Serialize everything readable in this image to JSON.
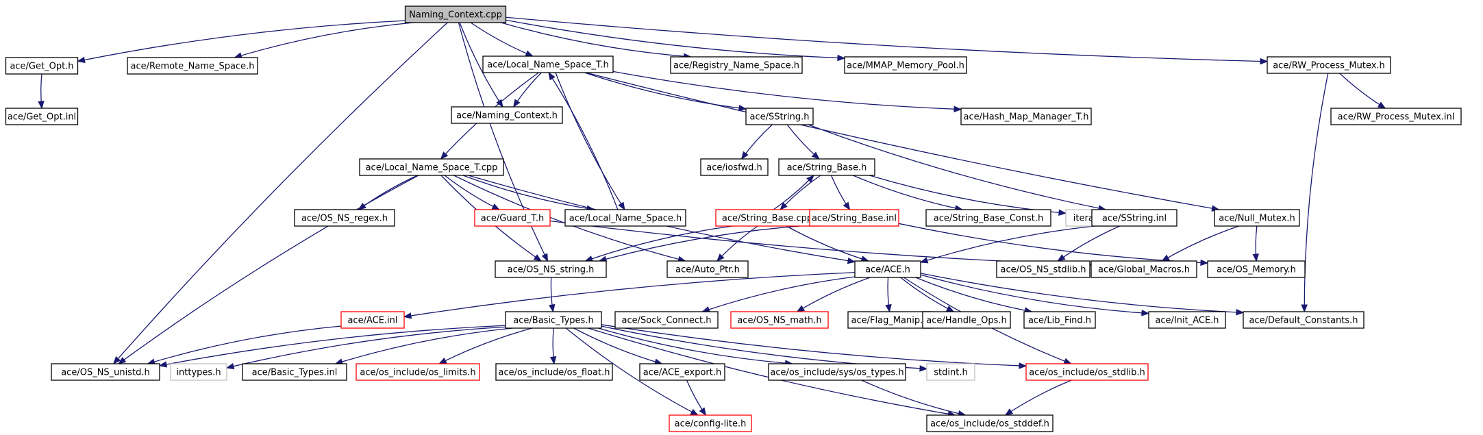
{
  "nodes": [
    {
      "id": "naming_context_cpp",
      "label": "Naming_Context.cpp",
      "style": "root"
    },
    {
      "id": "get_opt_h",
      "label": "ace/Get_Opt.h",
      "style": "normal"
    },
    {
      "id": "remote_name_space_h",
      "label": "ace/Remote_Name_Space.h",
      "style": "normal"
    },
    {
      "id": "local_name_space_t_h",
      "label": "ace/Local_Name_Space_T.h",
      "style": "normal"
    },
    {
      "id": "registry_name_space_h",
      "label": "ace/Registry_Name_Space.h",
      "style": "normal"
    },
    {
      "id": "mmap_memory_pool_h",
      "label": "ace/MMAP_Memory_Pool.h",
      "style": "normal"
    },
    {
      "id": "rw_process_mutex_h",
      "label": "ace/RW_Process_Mutex.h",
      "style": "normal"
    },
    {
      "id": "get_opt_inl",
      "label": "ace/Get_Opt.inl",
      "style": "normal"
    },
    {
      "id": "naming_context_h",
      "label": "ace/Naming_Context.h",
      "style": "normal"
    },
    {
      "id": "sstring_h",
      "label": "ace/SString.h",
      "style": "normal"
    },
    {
      "id": "hash_map_manager_t_h",
      "label": "ace/Hash_Map_Manager_T.h",
      "style": "normal"
    },
    {
      "id": "rw_process_mutex_inl",
      "label": "ace/RW_Process_Mutex.inl",
      "style": "normal"
    },
    {
      "id": "local_name_space_t_cpp",
      "label": "ace/Local_Name_Space_T.cpp",
      "style": "normal"
    },
    {
      "id": "iosfwd_h",
      "label": "ace/iosfwd.h",
      "style": "normal"
    },
    {
      "id": "string_base_h",
      "label": "ace/String_Base.h",
      "style": "normal"
    },
    {
      "id": "os_ns_regex_h",
      "label": "ace/OS_NS_regex.h",
      "style": "normal"
    },
    {
      "id": "guard_t_h",
      "label": "ace/Guard_T.h",
      "style": "red"
    },
    {
      "id": "local_name_space_h",
      "label": "ace/Local_Name_Space.h",
      "style": "normal"
    },
    {
      "id": "string_base_cpp",
      "label": "ace/String_Base.cpp",
      "style": "red"
    },
    {
      "id": "string_base_inl",
      "label": "ace/String_Base.inl",
      "style": "red"
    },
    {
      "id": "string_base_const_h",
      "label": "ace/String_Base_Const.h",
      "style": "normal"
    },
    {
      "id": "iterator",
      "label": "iterator",
      "style": "gray"
    },
    {
      "id": "sstring_inl",
      "label": "ace/SString.inl",
      "style": "normal"
    },
    {
      "id": "null_mutex_h",
      "label": "ace/Null_Mutex.h",
      "style": "normal"
    },
    {
      "id": "os_ns_string_h",
      "label": "ace/OS_NS_string.h",
      "style": "normal"
    },
    {
      "id": "auto_ptr_h",
      "label": "ace/Auto_Ptr.h",
      "style": "normal"
    },
    {
      "id": "ace_h",
      "label": "ace/ACE.h",
      "style": "normal"
    },
    {
      "id": "os_ns_stdlib_h",
      "label": "ace/OS_NS_stdlib.h",
      "style": "normal"
    },
    {
      "id": "global_macros_h",
      "label": "ace/Global_Macros.h",
      "style": "normal"
    },
    {
      "id": "os_memory_h",
      "label": "ace/OS_Memory.h",
      "style": "normal"
    },
    {
      "id": "ace_inl",
      "label": "ace/ACE.inl",
      "style": "red"
    },
    {
      "id": "basic_types_h",
      "label": "ace/Basic_Types.h",
      "style": "normal"
    },
    {
      "id": "sock_connect_h",
      "label": "ace/Sock_Connect.h",
      "style": "normal"
    },
    {
      "id": "os_ns_math_h",
      "label": "ace/OS_NS_math.h",
      "style": "red"
    },
    {
      "id": "flag_manip_h",
      "label": "ace/Flag_Manip.h",
      "style": "normal"
    },
    {
      "id": "handle_ops_h",
      "label": "ace/Handle_Ops.h",
      "style": "normal"
    },
    {
      "id": "lib_find_h",
      "label": "ace/Lib_Find.h",
      "style": "normal"
    },
    {
      "id": "init_ace_h",
      "label": "ace/Init_ACE.h",
      "style": "normal"
    },
    {
      "id": "default_constants_h",
      "label": "ace/Default_Constants.h",
      "style": "normal"
    },
    {
      "id": "os_ns_unistd_h",
      "label": "ace/OS_NS_unistd.h",
      "style": "normal"
    },
    {
      "id": "inttypes_h",
      "label": "inttypes.h",
      "style": "gray"
    },
    {
      "id": "basic_types_inl",
      "label": "ace/Basic_Types.inl",
      "style": "normal"
    },
    {
      "id": "os_limits_h",
      "label": "ace/os_include/os_limits.h",
      "style": "red"
    },
    {
      "id": "os_float_h",
      "label": "ace/os_include/os_float.h",
      "style": "normal"
    },
    {
      "id": "ace_export_h",
      "label": "ace/ACE_export.h",
      "style": "normal"
    },
    {
      "id": "os_types_h",
      "label": "ace/os_include/sys/os_types.h",
      "style": "normal"
    },
    {
      "id": "stdint_h",
      "label": "stdint.h",
      "style": "gray"
    },
    {
      "id": "os_stdlib_h",
      "label": "ace/os_include/os_stdlib.h",
      "style": "red"
    },
    {
      "id": "config_lite_h",
      "label": "ace/config-lite.h",
      "style": "red"
    },
    {
      "id": "os_stddef_h",
      "label": "ace/os_include/os_stddef.h",
      "style": "normal"
    }
  ],
  "edges": [
    {
      "from": "naming_context_cpp",
      "to": "get_opt_h"
    },
    {
      "from": "naming_context_cpp",
      "to": "remote_name_space_h"
    },
    {
      "from": "naming_context_cpp",
      "to": "local_name_space_t_h"
    },
    {
      "from": "naming_context_cpp",
      "to": "registry_name_space_h"
    },
    {
      "from": "naming_context_cpp",
      "to": "mmap_memory_pool_h"
    },
    {
      "from": "naming_context_cpp",
      "to": "rw_process_mutex_h"
    },
    {
      "from": "naming_context_cpp",
      "to": "naming_context_h"
    },
    {
      "from": "naming_context_cpp",
      "to": "os_ns_unistd_h"
    },
    {
      "from": "naming_context_cpp",
      "to": "os_ns_string_h"
    },
    {
      "from": "get_opt_h",
      "to": "get_opt_inl"
    },
    {
      "from": "local_name_space_t_h",
      "to": "naming_context_h"
    },
    {
      "from": "local_name_space_t_h",
      "to": "sstring_h"
    },
    {
      "from": "local_name_space_t_h",
      "to": "hash_map_manager_t_h"
    },
    {
      "from": "local_name_space_t_h",
      "to": "local_name_space_t_cpp"
    },
    {
      "from": "local_name_space_t_h",
      "to": "local_name_space_h"
    },
    {
      "from": "local_name_space_t_h",
      "to": "null_mutex_h"
    },
    {
      "from": "local_name_space_h",
      "to": "local_name_space_t_h"
    },
    {
      "from": "rw_process_mutex_h",
      "to": "rw_process_mutex_inl"
    },
    {
      "from": "rw_process_mutex_h",
      "to": "default_constants_h"
    },
    {
      "from": "sstring_h",
      "to": "iosfwd_h"
    },
    {
      "from": "sstring_h",
      "to": "string_base_h"
    },
    {
      "from": "sstring_h",
      "to": "sstring_inl"
    },
    {
      "from": "local_name_space_t_cpp",
      "to": "os_ns_regex_h"
    },
    {
      "from": "local_name_space_t_cpp",
      "to": "guard_t_h"
    },
    {
      "from": "local_name_space_t_cpp",
      "to": "local_name_space_h"
    },
    {
      "from": "local_name_space_t_cpp",
      "to": "os_ns_unistd_h"
    },
    {
      "from": "local_name_space_t_cpp",
      "to": "os_ns_string_h"
    },
    {
      "from": "local_name_space_t_cpp",
      "to": "auto_ptr_h"
    },
    {
      "from": "local_name_space_t_cpp",
      "to": "ace_h"
    },
    {
      "from": "string_base_h",
      "to": "string_base_cpp"
    },
    {
      "from": "string_base_h",
      "to": "string_base_inl"
    },
    {
      "from": "string_base_h",
      "to": "string_base_const_h"
    },
    {
      "from": "string_base_h",
      "to": "iterator"
    },
    {
      "from": "string_base_cpp",
      "to": "string_base_h"
    },
    {
      "from": "string_base_cpp",
      "to": "os_ns_string_h"
    },
    {
      "from": "string_base_cpp",
      "to": "auto_ptr_h"
    },
    {
      "from": "string_base_cpp",
      "to": "ace_h"
    },
    {
      "from": "string_base_inl",
      "to": "os_ns_string_h"
    },
    {
      "from": "string_base_inl",
      "to": "os_memory_h"
    },
    {
      "from": "guard_t_h",
      "to": "global_macros_h"
    },
    {
      "from": "sstring_inl",
      "to": "ace_h"
    },
    {
      "from": "sstring_inl",
      "to": "os_ns_stdlib_h"
    },
    {
      "from": "null_mutex_h",
      "to": "global_macros_h"
    },
    {
      "from": "null_mutex_h",
      "to": "os_memory_h"
    },
    {
      "from": "os_ns_string_h",
      "to": "basic_types_h"
    },
    {
      "from": "ace_h",
      "to": "ace_inl"
    },
    {
      "from": "ace_h",
      "to": "sock_connect_h"
    },
    {
      "from": "ace_h",
      "to": "os_ns_math_h"
    },
    {
      "from": "ace_h",
      "to": "flag_manip_h"
    },
    {
      "from": "ace_h",
      "to": "handle_ops_h"
    },
    {
      "from": "ace_h",
      "to": "lib_find_h"
    },
    {
      "from": "ace_h",
      "to": "init_ace_h"
    },
    {
      "from": "ace_h",
      "to": "default_constants_h"
    },
    {
      "from": "ace_h",
      "to": "os_stdlib_h"
    },
    {
      "from": "ace_inl",
      "to": "os_ns_unistd_h"
    },
    {
      "from": "basic_types_h",
      "to": "os_ns_unistd_h"
    },
    {
      "from": "basic_types_h",
      "to": "inttypes_h"
    },
    {
      "from": "basic_types_h",
      "to": "basic_types_inl"
    },
    {
      "from": "basic_types_h",
      "to": "os_limits_h"
    },
    {
      "from": "basic_types_h",
      "to": "os_float_h"
    },
    {
      "from": "basic_types_h",
      "to": "ace_export_h"
    },
    {
      "from": "basic_types_h",
      "to": "os_types_h"
    },
    {
      "from": "basic_types_h",
      "to": "stdint_h"
    },
    {
      "from": "basic_types_h",
      "to": "os_stdlib_h"
    },
    {
      "from": "basic_types_h",
      "to": "config_lite_h"
    },
    {
      "from": "basic_types_h",
      "to": "os_stddef_h"
    },
    {
      "from": "ace_export_h",
      "to": "config_lite_h"
    },
    {
      "from": "os_types_h",
      "to": "os_stddef_h"
    },
    {
      "from": "os_stdlib_h",
      "to": "os_stddef_h"
    }
  ]
}
